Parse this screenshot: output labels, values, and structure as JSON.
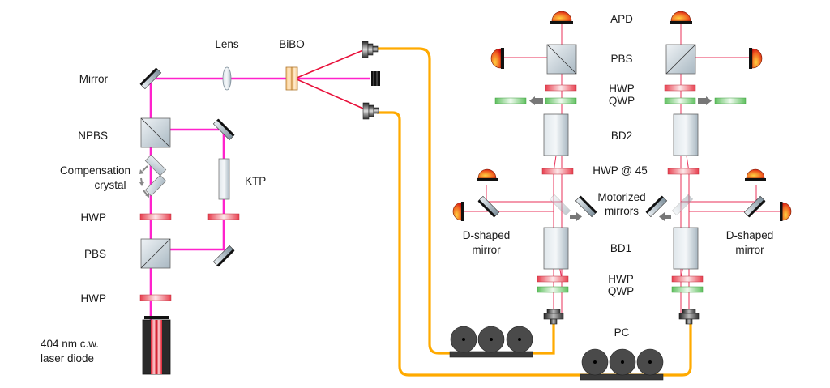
{
  "diagram": {
    "type": "optical-setup",
    "colors": {
      "pump_beam": "#ff22cc",
      "photon_beam": "#e8103a",
      "fiber": "#ffaa00",
      "waveplate_hwp": "#f05060",
      "waveplate_qwp": "#70cc70",
      "detector": "#e83010"
    },
    "labels": {
      "mirror": "Mirror",
      "npbs": "NPBS",
      "comp1": "Compensation",
      "comp2": "crystal",
      "hwp_left1": "HWP",
      "pbs_left": "PBS",
      "hwp_left2": "HWP",
      "laser1": "404 nm c.w.",
      "laser2": "laser diode",
      "lens": "Lens",
      "bibo": "BiBO",
      "ktp": "KTP",
      "apd": "APD",
      "pbs_right": "PBS",
      "hwp_top": "HWP",
      "qwp_top": "QWP",
      "bd2": "BD2",
      "hwp45": "HWP @ 45",
      "motor1": "Motorized",
      "motor2": "mirrors",
      "dmirror_l1": "D-shaped",
      "dmirror_l2": "mirror",
      "dmirror_r1": "D-shaped",
      "dmirror_r2": "mirror",
      "bd1": "BD1",
      "hwp_bot": "HWP",
      "qwp_bot": "QWP",
      "pc": "PC"
    }
  }
}
